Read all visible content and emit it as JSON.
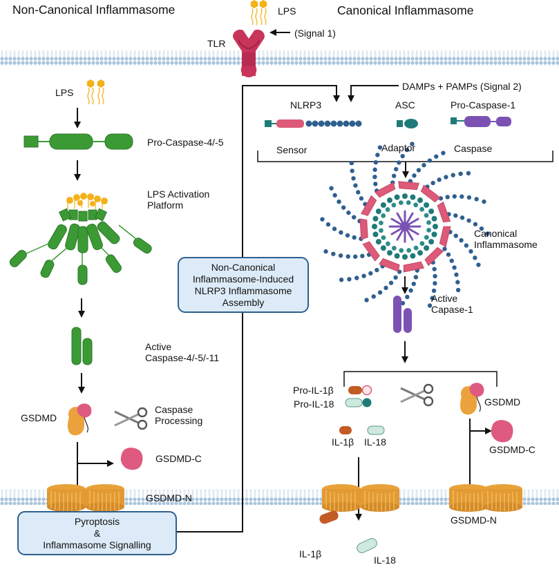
{
  "headers": {
    "non_canonical": "Non-Canonical Inflammasome",
    "canonical": "Canonical Inflammasome"
  },
  "top": {
    "lps": "LPS",
    "signal1": "(Signal 1)",
    "tlr": "TLR",
    "signal2": "DAMPs + PAMPs (Signal 2)"
  },
  "left": {
    "lps": "LPS",
    "pro_caspase": "Pro-Caspase-4/-5",
    "platform": [
      "LPS Activation",
      "Platform"
    ],
    "active_caspase": [
      "Active",
      "Caspase-4/-5/-11"
    ],
    "gsdmd": "GSDMD",
    "caspase_processing": [
      "Caspase",
      "Processing"
    ],
    "gsdmd_c": "GSDMD-C",
    "gsdmd_n": "GSDMD-N"
  },
  "boxes": {
    "nlrp3_assembly": [
      "Non-Canonical",
      "Inflammasome-Induced",
      "NLRP3 Inflammasome",
      "Assembly"
    ],
    "pyroptosis": [
      "Pyroptosis",
      "&",
      "Inflammasome Signalling"
    ]
  },
  "right": {
    "nlrp3": "NLRP3",
    "asc": "ASC",
    "pro_caspase1": "Pro-Caspase-1",
    "sensor": "Sensor",
    "adaptor": "Adaptor",
    "caspase": "Caspase",
    "canonical_inflammasome": [
      "Canonical",
      "Inflammasome"
    ],
    "active_caspase1": [
      "Active",
      "Capase-1"
    ],
    "pro_il1b": "Pro-IL-1β",
    "pro_il18": "Pro-IL-18",
    "gsdmd": "GSDMD",
    "il1b": "IL-1β",
    "il18": "IL-18",
    "gsdmd_c": "GSDMD-C",
    "gsdmd_n": "GSDMD-N",
    "il1b_out": "IL-1β",
    "il18_out": "IL-18"
  },
  "colors": {
    "membrane": "#a9c4dc",
    "caspase_green": "#3c9a35",
    "lps_orange": "#f3b21a",
    "tlr_crimson": "#c8345a",
    "nlrp3_pink": "#dd5a78",
    "bead_blue": "#2f5f8f",
    "asc_teal": "#1f7a78",
    "caspase1_purple": "#7b52b3",
    "gsdmd_orange": "#eba23c",
    "gsdmd_pink": "#de5a80",
    "il1b_brown": "#c35b24",
    "il18_mint": "#cfe9df",
    "box_fill": "#dcebf7",
    "box_border": "#2d5f8f"
  },
  "icons": [
    "lps-icon",
    "tlr-receptor-icon",
    "scissors-icon",
    "pore-icon",
    "gsdmd-protein-icon"
  ]
}
